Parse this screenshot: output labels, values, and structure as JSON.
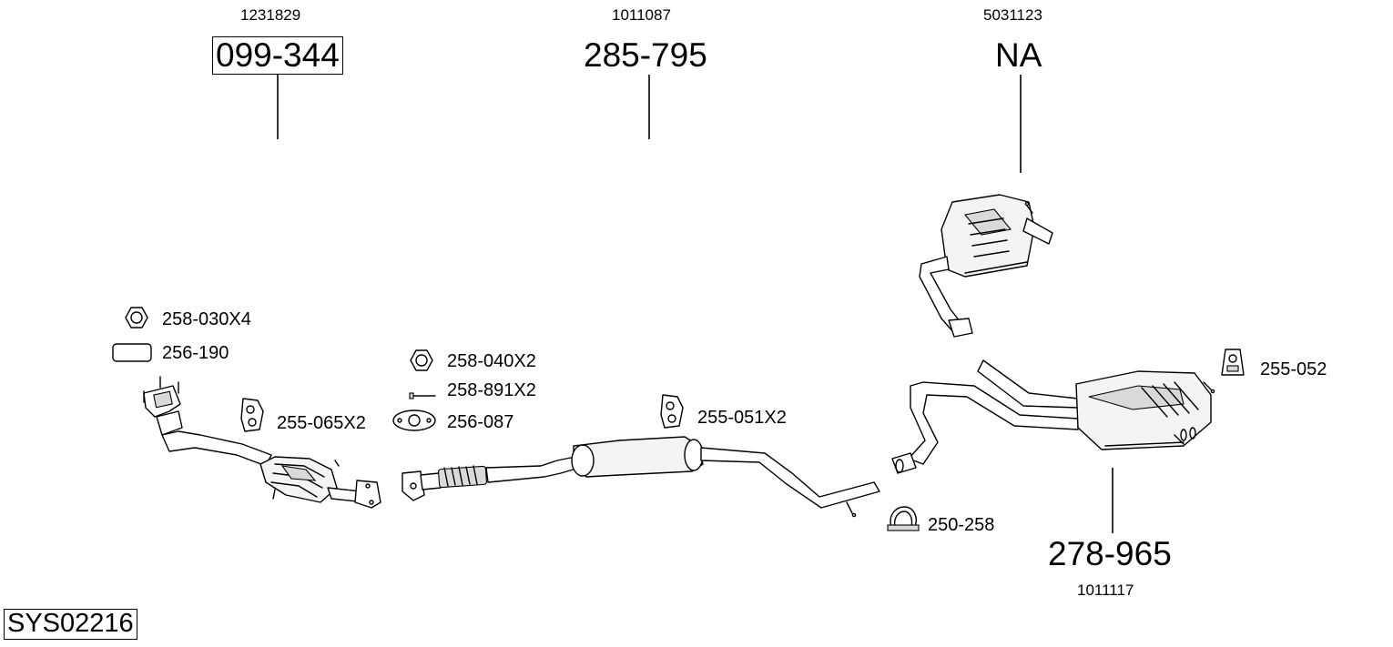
{
  "diagram": {
    "sys_code": "SYS02216",
    "callouts": [
      {
        "oe_number": "1231829",
        "part_number": "099-344",
        "boxed": true
      },
      {
        "oe_number": "1011087",
        "part_number": "285-795",
        "boxed": false
      },
      {
        "oe_number": "5031123",
        "part_number": "NA",
        "boxed": false
      },
      {
        "oe_number": "1011117",
        "part_number": "278-965",
        "boxed": false
      }
    ],
    "accessories": [
      {
        "label": "258-030X4",
        "icon": "nut-icon"
      },
      {
        "label": "256-190",
        "icon": "gasket-icon"
      },
      {
        "label": "255-065X2",
        "icon": "rubber-hanger-icon"
      },
      {
        "label": "258-040X2",
        "icon": "nut-icon"
      },
      {
        "label": "258-891X2",
        "icon": "bolt-icon"
      },
      {
        "label": "256-087",
        "icon": "flange-gasket-icon"
      },
      {
        "label": "255-051X2",
        "icon": "rubber-hanger-icon"
      },
      {
        "label": "250-258",
        "icon": "pipe-clamp-icon"
      },
      {
        "label": "255-052",
        "icon": "rubber-mount-icon"
      }
    ]
  }
}
